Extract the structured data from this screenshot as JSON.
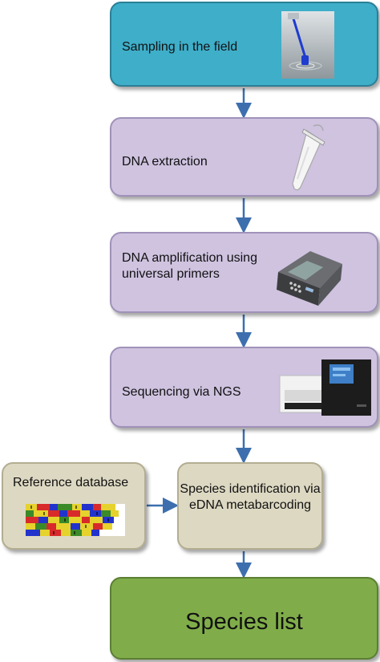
{
  "steps": {
    "sampling": "Sampling in the field",
    "extraction": "DNA extraction",
    "amplification": "DNA amplification using universal primers",
    "sequencing": "Sequencing via NGS",
    "identification": "Species identification via eDNA metabarcoding",
    "reference_database": "Reference database",
    "species_list": "Species list"
  },
  "colors": {
    "sampling_box": "#3eaec9",
    "step_box": "#cfc3e0",
    "side_box": "#ddd8c2",
    "final_box": "#80ad4a",
    "arrow": "#3d6fae"
  },
  "icons": [
    "water-sampling-photo",
    "microtube-icon",
    "pcr-thermocycler-icon",
    "ngs-sequencer-icon",
    "sequence-alignment-image"
  ]
}
